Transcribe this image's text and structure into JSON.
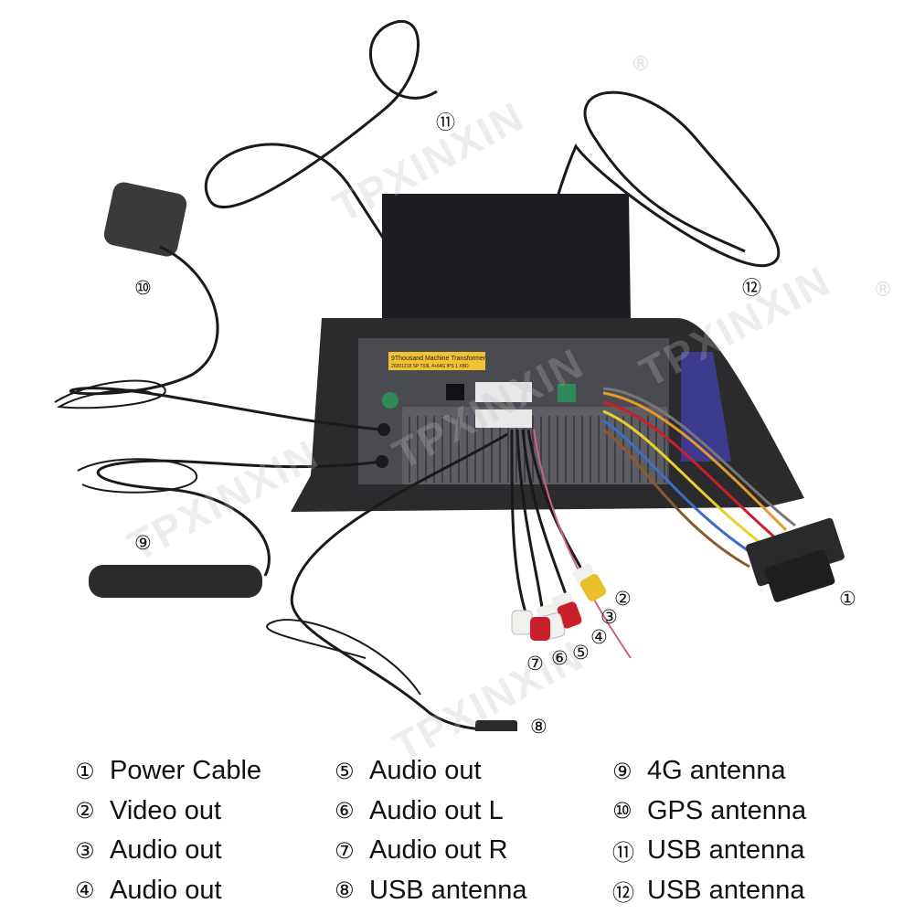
{
  "watermark": {
    "text": "TPXINXIN",
    "reg_mark": "®"
  },
  "unit_label": {
    "line1": "9Thousand Machine Transformer",
    "line2": "20201218 SP T03L 4+64G IPS 1 XBD"
  },
  "callouts": [
    {
      "id": "1",
      "glyph": "①"
    },
    {
      "id": "2",
      "glyph": "②"
    },
    {
      "id": "3",
      "glyph": "③"
    },
    {
      "id": "4",
      "glyph": "④"
    },
    {
      "id": "5",
      "glyph": "⑤"
    },
    {
      "id": "6",
      "glyph": "⑥"
    },
    {
      "id": "7",
      "glyph": "⑦"
    },
    {
      "id": "8",
      "glyph": "⑧"
    },
    {
      "id": "9",
      "glyph": "⑨"
    },
    {
      "id": "10",
      "glyph": "⑩"
    },
    {
      "id": "11",
      "glyph": "⑪"
    },
    {
      "id": "12",
      "glyph": "⑫"
    }
  ],
  "legend": {
    "col1": [
      {
        "num": "①",
        "label": "Power Cable"
      },
      {
        "num": "②",
        "label": "Video out"
      },
      {
        "num": "③",
        "label": "Audio out"
      },
      {
        "num": "④",
        "label": "Audio out"
      }
    ],
    "col2": [
      {
        "num": "⑤",
        "label": "Audio out"
      },
      {
        "num": "⑥",
        "label": "Audio out L"
      },
      {
        "num": "⑦",
        "label": "Audio out R"
      },
      {
        "num": "⑧",
        "label": "USB antenna"
      }
    ],
    "col3": [
      {
        "num": "⑨",
        "label": "4G antenna"
      },
      {
        "num": "⑩",
        "label": "GPS antenna"
      },
      {
        "num": "⑪",
        "label": "USB antenna"
      },
      {
        "num": "⑫",
        "label": "USB antenna"
      }
    ]
  },
  "colors": {
    "unit": "#2b2b2e",
    "cable": "#1a1a1a",
    "rca_white": "#f2f0ec",
    "rca_red": "#c8202a",
    "rca_yellow": "#e9c02a",
    "label_yellow": "#f1c232"
  }
}
